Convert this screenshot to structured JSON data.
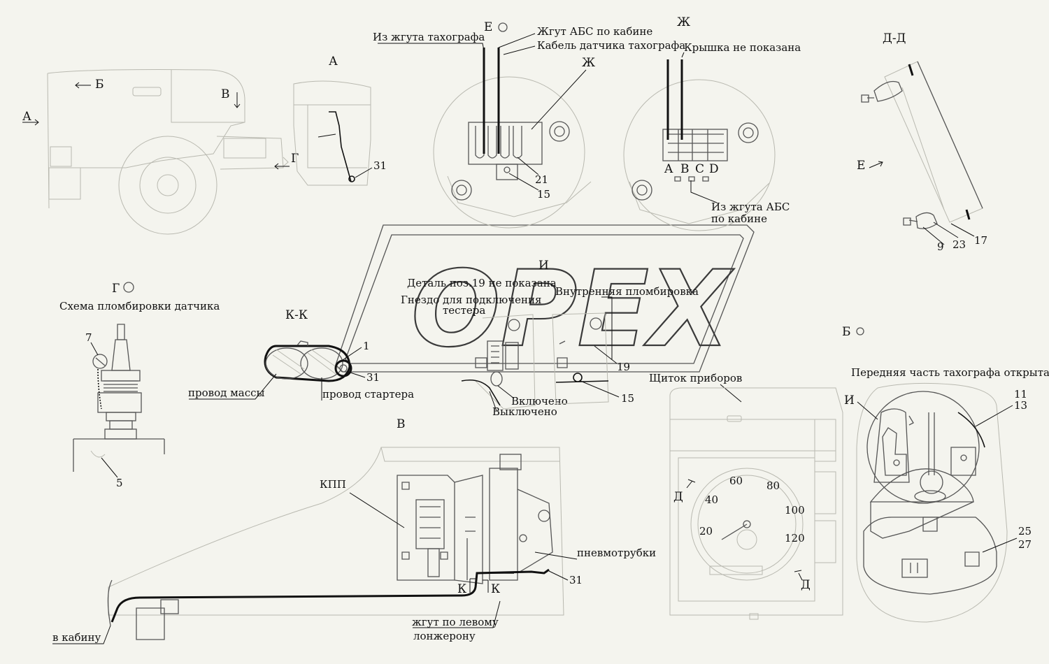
{
  "watermark": {
    "logo_text": "OPEX"
  },
  "views": {
    "truck": {
      "title": "",
      "marks": {
        "a": "А",
        "b": "Б",
        "v": "В",
        "g": "Г"
      }
    },
    "view_a": {
      "title": "А",
      "part_31": "31"
    },
    "view_e": {
      "title": "Е",
      "lbl_tacho_harness": "Из жгута тахографа",
      "lbl_abs_harness": "Жгут АБС по кабине",
      "lbl_tacho_cable": "Кабель датчика тахографа",
      "mark_zh": "Ж",
      "part_21": "21",
      "part_15": "15"
    },
    "view_zh": {
      "title": "Ж",
      "lbl_cover": "Крышка не показана",
      "pins": [
        "A",
        "B",
        "C",
        "D"
      ],
      "lbl_abs_from_line1": "Из жгута АБС",
      "lbl_abs_from_line2": "по кабине"
    },
    "view_dd": {
      "title": "Д-Д",
      "mark_e": "Е",
      "parts": [
        "9",
        "23",
        "17"
      ]
    },
    "view_g": {
      "title": "Г",
      "subtitle": "Схема пломбировки датчика",
      "parts": [
        "7",
        "5"
      ]
    },
    "view_kk": {
      "title": "К-К",
      "lbl_ground": "провод массы",
      "lbl_starter": "провод стартера",
      "parts": [
        "1",
        "31"
      ]
    },
    "view_i": {
      "title": "И",
      "lbl_note": "Деталь поз.19 не показана",
      "lbl_socket_line1": "Гнездо для подключения",
      "lbl_socket_line2": "тестера",
      "lbl_inner_seal": "Внутренняя пломбировка",
      "lbl_on": "Включено",
      "lbl_off": "Выключено",
      "parts": [
        "19",
        "15"
      ]
    },
    "view_b": {
      "title": "Б",
      "lbl_open": "Передняя часть тахографа открыта",
      "mark_i": "И",
      "parts": [
        "11",
        "13",
        "25",
        "27"
      ]
    },
    "dashboard": {
      "lbl_panel": "Щиток приборов",
      "mark_d1": "Д",
      "mark_d2": "Д",
      "gauge_ticks": [
        "20",
        "40",
        "60",
        "80",
        "100",
        "120"
      ]
    },
    "view_v": {
      "title": "В",
      "lbl_gearbox": "КПП",
      "lbl_pneumo": "пневмотрубки",
      "part_31": "31",
      "mark_k1": "К",
      "mark_k2": "К",
      "lbl_harness_line1": "жгут по левому",
      "lbl_harness_line2": "лонжерону",
      "lbl_to_cab": "в кабину"
    }
  }
}
